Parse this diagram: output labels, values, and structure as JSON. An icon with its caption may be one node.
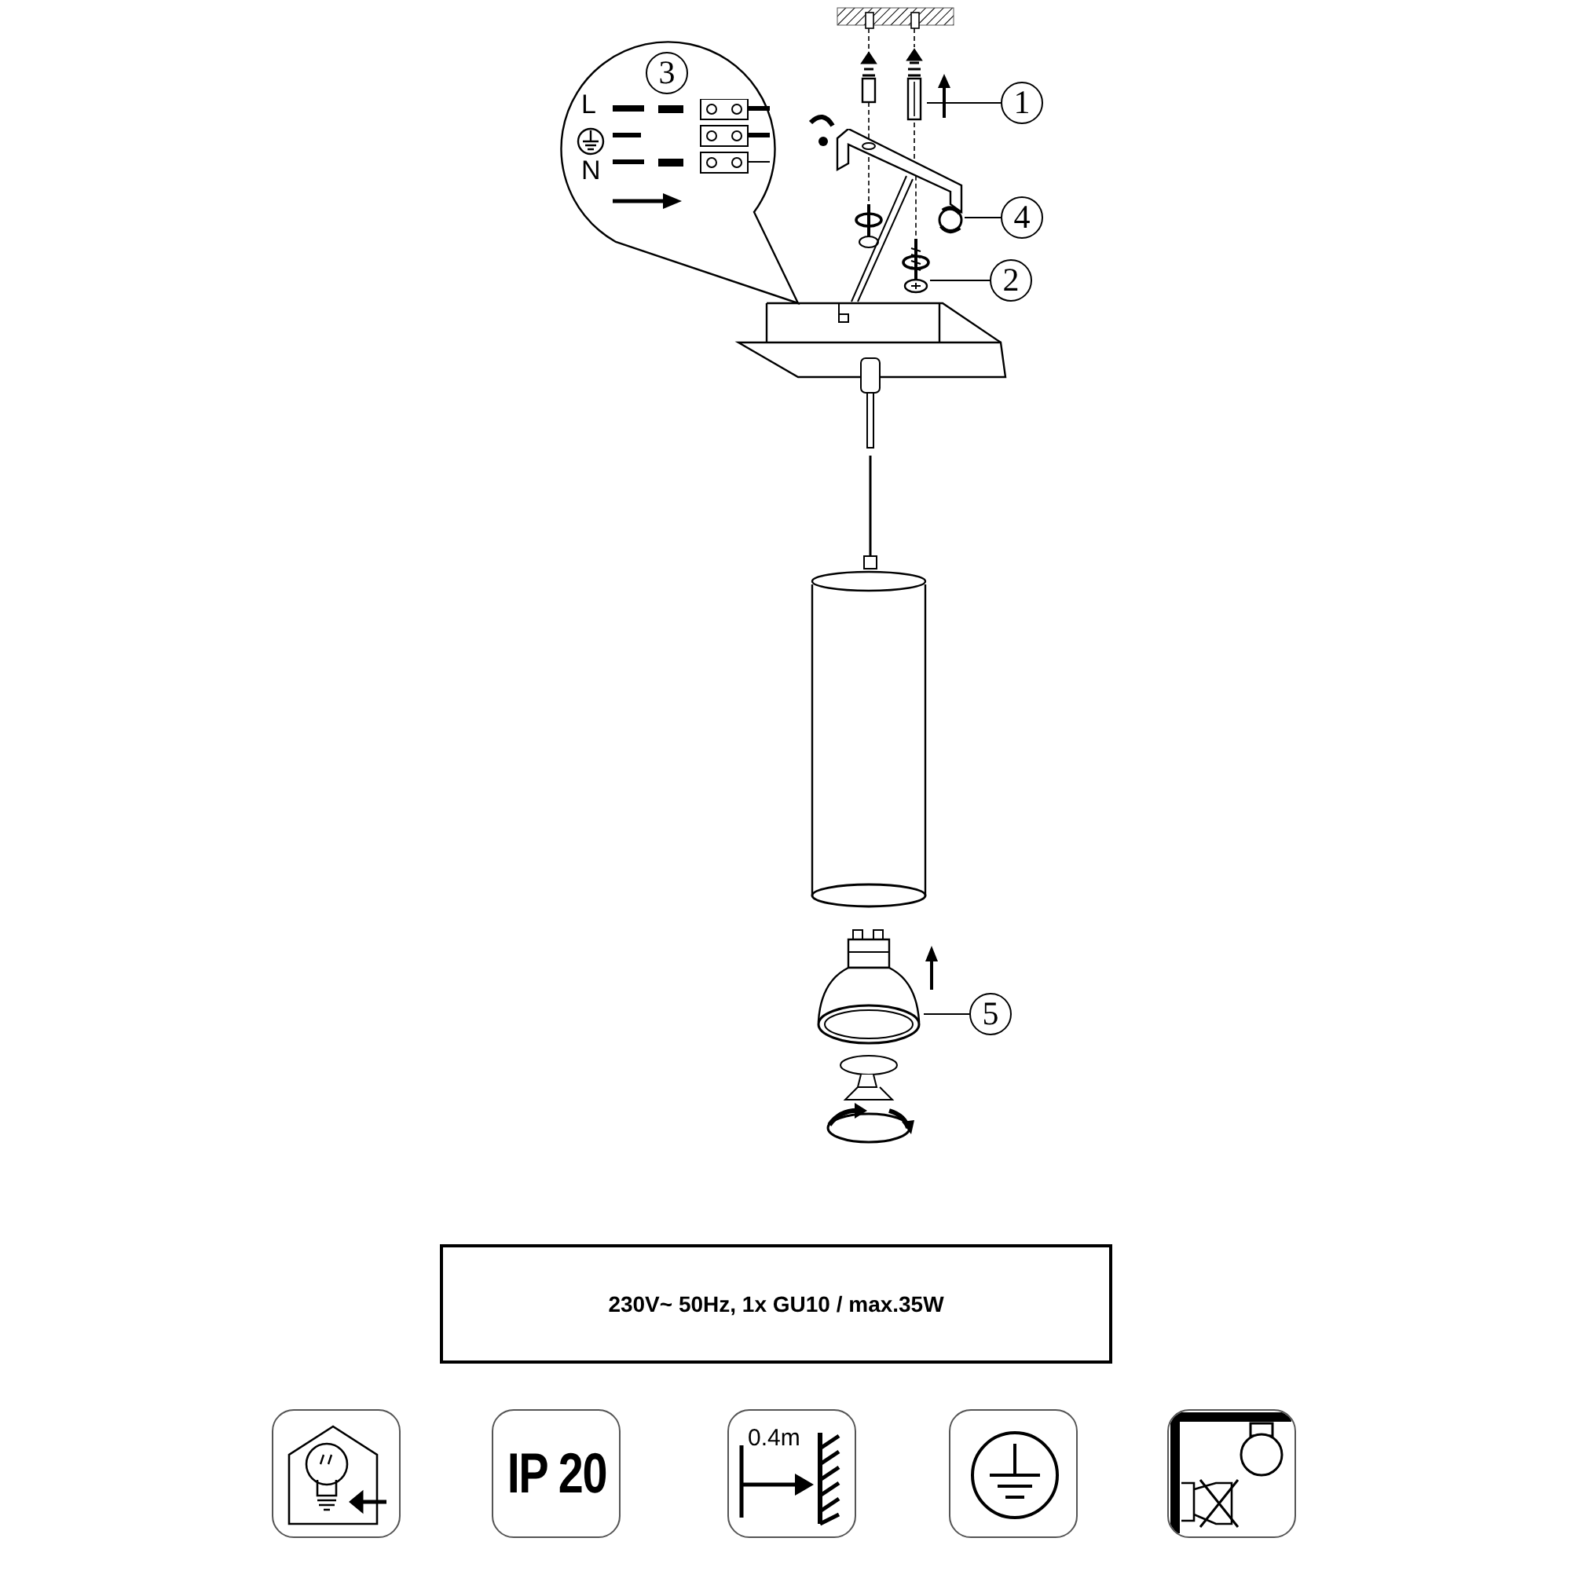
{
  "diagram": {
    "nodes": [
      {
        "text": [
          "1"
        ]
      },
      {
        "text": [],
        "shape": "picture"
      },
      {
        "text": [
          "4"
        ]
      },
      {
        "text": [],
        "shape": "picture"
      },
      {
        "text": [
          "2"
        ]
      },
      {
        "text": [],
        "shape": "picture"
      },
      {
        "text": [
          "5"
        ]
      },
      {
        "text": [],
        "shape": "picture"
      },
      {
        "text": [
          "L",
          "N"
        ]
      },
      {
        "text": [
          "3"
        ],
        "in": 8
      },
      {
        "text": [
          "230V~ 50Hz, 1x GU10 / max.35W"
        ]
      },
      {
        "text": [],
        "shape": "box"
      },
      {
        "text": [
          "IP 20"
        ]
      },
      {
        "text": [
          "0.4m"
        ]
      },
      {
        "text": [],
        "shape": "box"
      },
      {
        "text": [],
        "shape": "box"
      },
      {
        "text": [],
        "shape": "picture"
      }
    ],
    "edges": [
      {
        "from": 0,
        "to": 1,
        "arrow": "none"
      },
      {
        "from": 2,
        "to": 3,
        "arrow": "none"
      },
      {
        "from": 4,
        "to": 5,
        "arrow": "none"
      },
      {
        "from": 6,
        "to": 7,
        "arrow": "none"
      },
      {
        "from": 1,
        "to": 16,
        "arrow": "none",
        "style": "dashed"
      },
      {
        "from": 16,
        "to": 5,
        "arrow": "none",
        "style": "dashed"
      }
    ]
  }
}
